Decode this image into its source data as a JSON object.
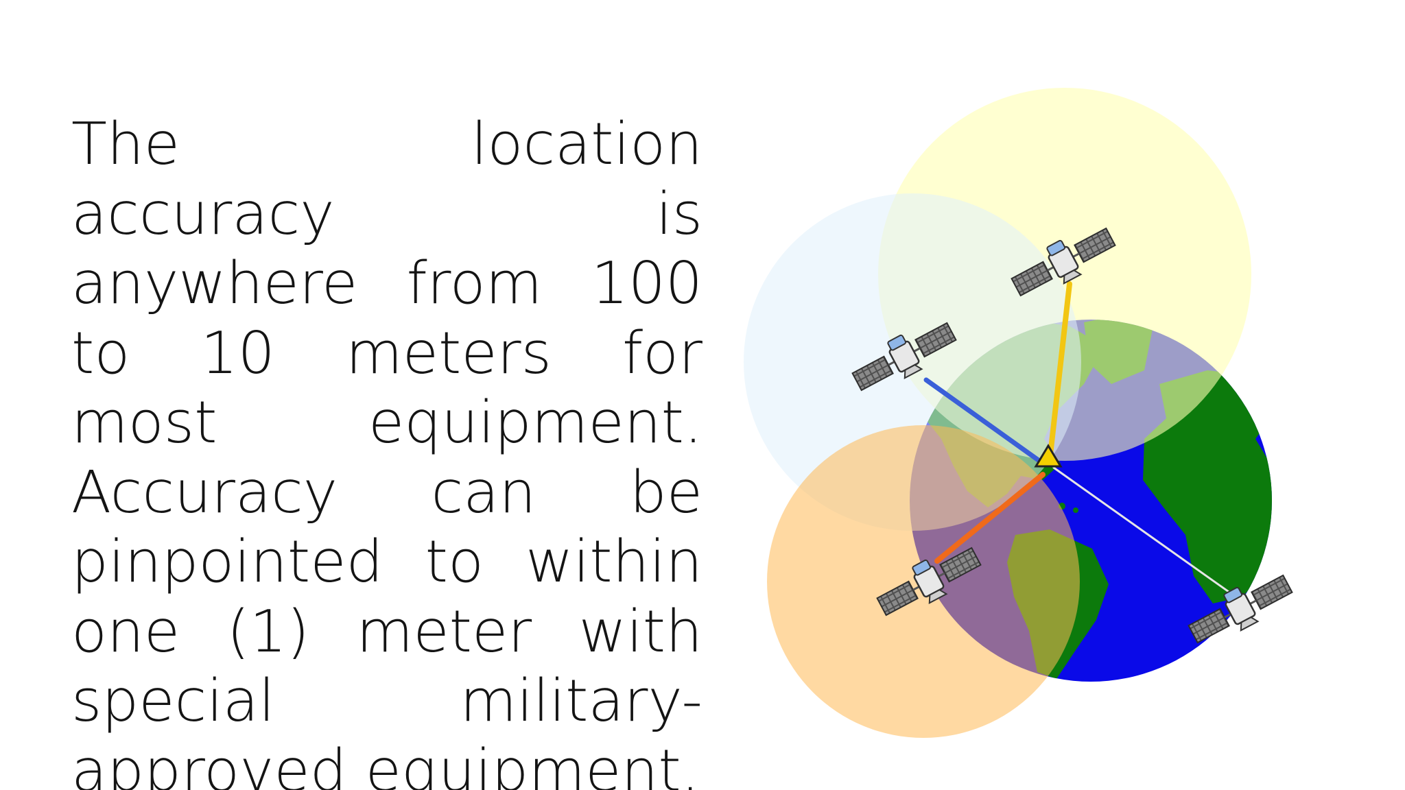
{
  "slide": {
    "body_text": "The location accuracy is anywhere from 100 to 10 meters for most equipment.    Accuracy can be pinpointed to within one (1) meter with special military-approved equipment."
  },
  "illustration": {
    "earth": {
      "ocean_color": "#0a0ae8",
      "land_color": "#0c7a0c"
    },
    "coverage_circles": [
      {
        "name": "coverage-yellow",
        "color": "#ffffb3"
      },
      {
        "name": "coverage-light-blue",
        "color": "#e0f0fb"
      },
      {
        "name": "coverage-orange",
        "color": "#ffba55"
      }
    ],
    "signal_lines": [
      {
        "name": "signal-line-yellow",
        "color": "#f2c613"
      },
      {
        "name": "signal-line-blue",
        "color": "#3a5fd8"
      },
      {
        "name": "signal-line-orange",
        "color": "#f06a1a"
      },
      {
        "name": "signal-line-white",
        "color": "#e6e6e6"
      }
    ],
    "receiver_marker": {
      "color": "#f4d000"
    },
    "satellites": [
      "satellite-icon",
      "satellite-icon",
      "satellite-icon",
      "satellite-icon"
    ]
  }
}
